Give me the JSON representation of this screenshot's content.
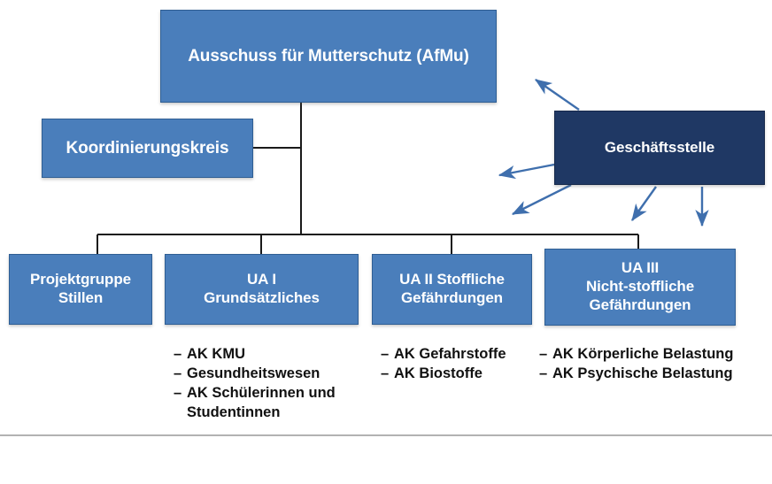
{
  "diagram": {
    "title_node": {
      "label": "Ausschuss für Mutterschutz (AfMu)"
    },
    "nodes": [
      {
        "id": "afmu",
        "label": "Ausschuss für Mutterschutz (AfMu)",
        "lines": [
          "Ausschuss für Mutterschutz (AfMu)"
        ],
        "color": "#4a7ebb"
      },
      {
        "id": "koord",
        "label": "Koordinierungskreis",
        "lines": [
          "Koordinierungskreis"
        ],
        "color": "#4a7ebb"
      },
      {
        "id": "gesch",
        "label": "Geschäftsstelle",
        "lines": [
          "Geschäftsstelle"
        ],
        "color": "#1f3864"
      },
      {
        "id": "pg",
        "label": "Projektgruppe Stillen",
        "lines": [
          "Projektgruppe",
          "Stillen"
        ],
        "color": "#4a7ebb"
      },
      {
        "id": "ua1",
        "label": "UA I Grundsätzliches",
        "lines": [
          "UA I",
          "Grundsätzliches"
        ],
        "color": "#4a7ebb"
      },
      {
        "id": "ua2",
        "label": "UA II Stoffliche Gefährdungen",
        "lines": [
          "UA II Stoffliche",
          "Gefährdungen"
        ],
        "color": "#4a7ebb"
      },
      {
        "id": "ua3",
        "label": "UA III Nicht-stoffliche Gefährdungen",
        "lines": [
          "UA III",
          "Nicht-stoffliche",
          "Gefährdungen"
        ],
        "color": "#4a7ebb"
      }
    ],
    "bullet_groups": [
      {
        "id": "ua1",
        "parent": "UA I Grundsätzliches",
        "dash": "–",
        "items": [
          "AK KMU",
          "Gesundheitswesen",
          "AK Schülerinnen und"
        ],
        "continuation": "Studentinnen"
      },
      {
        "id": "ua2",
        "parent": "UA II Stoffliche Gefährdungen",
        "dash": "–",
        "items": [
          "AK Gefahrstoffe",
          "AK Biostoffe"
        ],
        "continuation": ""
      },
      {
        "id": "ua3",
        "parent": "UA III Nicht-stoffliche Gefährdungen",
        "dash": "–",
        "items": [
          "AK Körperliche Belastung",
          "AK Psychische Belastung"
        ],
        "continuation": ""
      }
    ],
    "colors": {
      "box_blue": "#4a7ebb",
      "box_blue_border": "#2f5e93",
      "box_navy": "#1f3864",
      "connector_black": "#1a1a1a",
      "arrow_blue": "#3f6fad",
      "rule_gray": "#b2b2b2",
      "text_white": "#ffffff",
      "text_black": "#111111"
    }
  }
}
